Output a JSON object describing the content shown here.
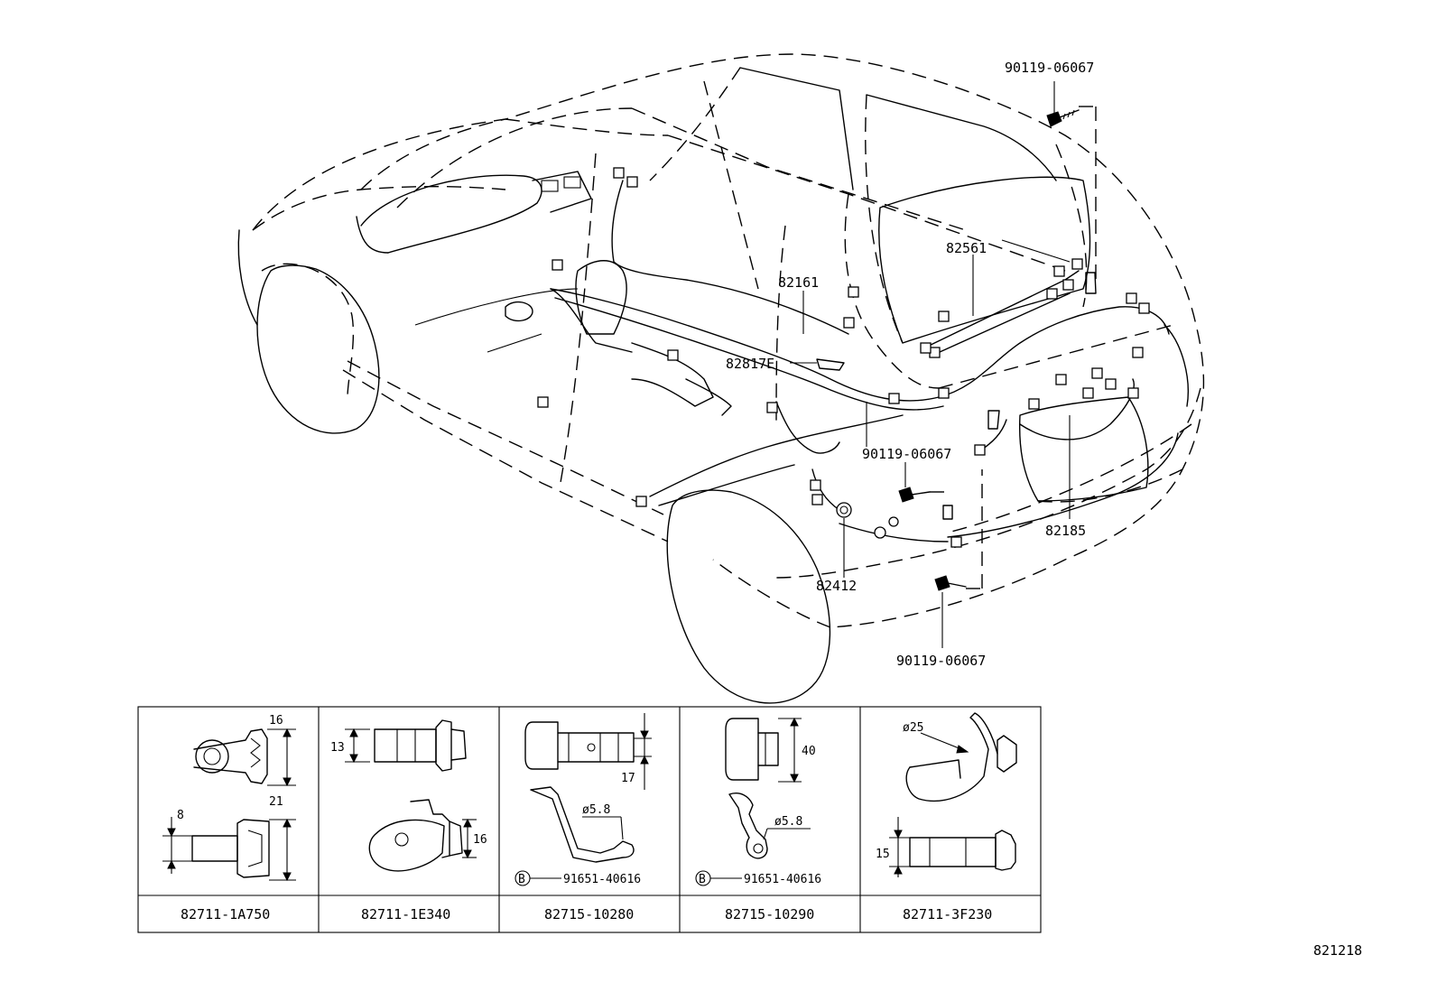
{
  "drawing": {
    "callouts": {
      "top_screw": "90119-06067",
      "roof_harness": "82561",
      "floor_harness": "82161",
      "clamp_e": "82817E",
      "mid_screw": "90119-06067",
      "door_harness": "82185",
      "wire_82412": "82412",
      "low_screw": "90119-06067"
    },
    "drawing_id": "821218"
  },
  "parts_table": {
    "cells": [
      {
        "part_no": "82711-1A750",
        "dims": [
          "16",
          "21",
          "8"
        ]
      },
      {
        "part_no": "82711-1E340",
        "dims": [
          "13",
          "16"
        ]
      },
      {
        "part_no": "82715-10280",
        "dims": [
          "17",
          "ø5.8"
        ],
        "sub_part": "91651-40616",
        "sub_marker": "B"
      },
      {
        "part_no": "82715-10290",
        "dims": [
          "40",
          "ø5.8"
        ],
        "sub_part": "91651-40616",
        "sub_marker": "B"
      },
      {
        "part_no": "82711-3F230",
        "dims": [
          "ø25",
          "15"
        ]
      }
    ]
  }
}
